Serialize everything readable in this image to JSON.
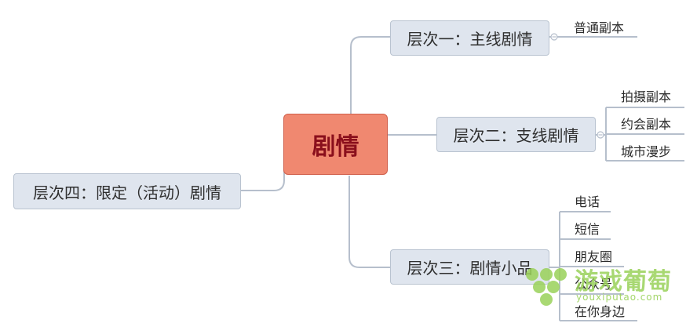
{
  "root": {
    "label": "剧情"
  },
  "branches": [
    {
      "label": "层次一：主线剧情",
      "children": [
        "普通副本"
      ]
    },
    {
      "label": "层次二：支线剧情",
      "children": [
        "拍摄副本",
        "约会副本",
        "城市漫步"
      ]
    },
    {
      "label": "层次三：剧情小品",
      "children": [
        "电话",
        "短信",
        "朋友圈",
        "公众号",
        "在你身边"
      ]
    },
    {
      "label": "层次四：限定（活动）剧情",
      "children": []
    }
  ],
  "watermark": {
    "title": "游戏葡萄",
    "subtitle": "youxiputao.com",
    "color": "#9ad25a"
  },
  "colors": {
    "root_fill": "#f08870",
    "branch_fill": "#dfe5ee",
    "connector": "#b6bfcc"
  }
}
